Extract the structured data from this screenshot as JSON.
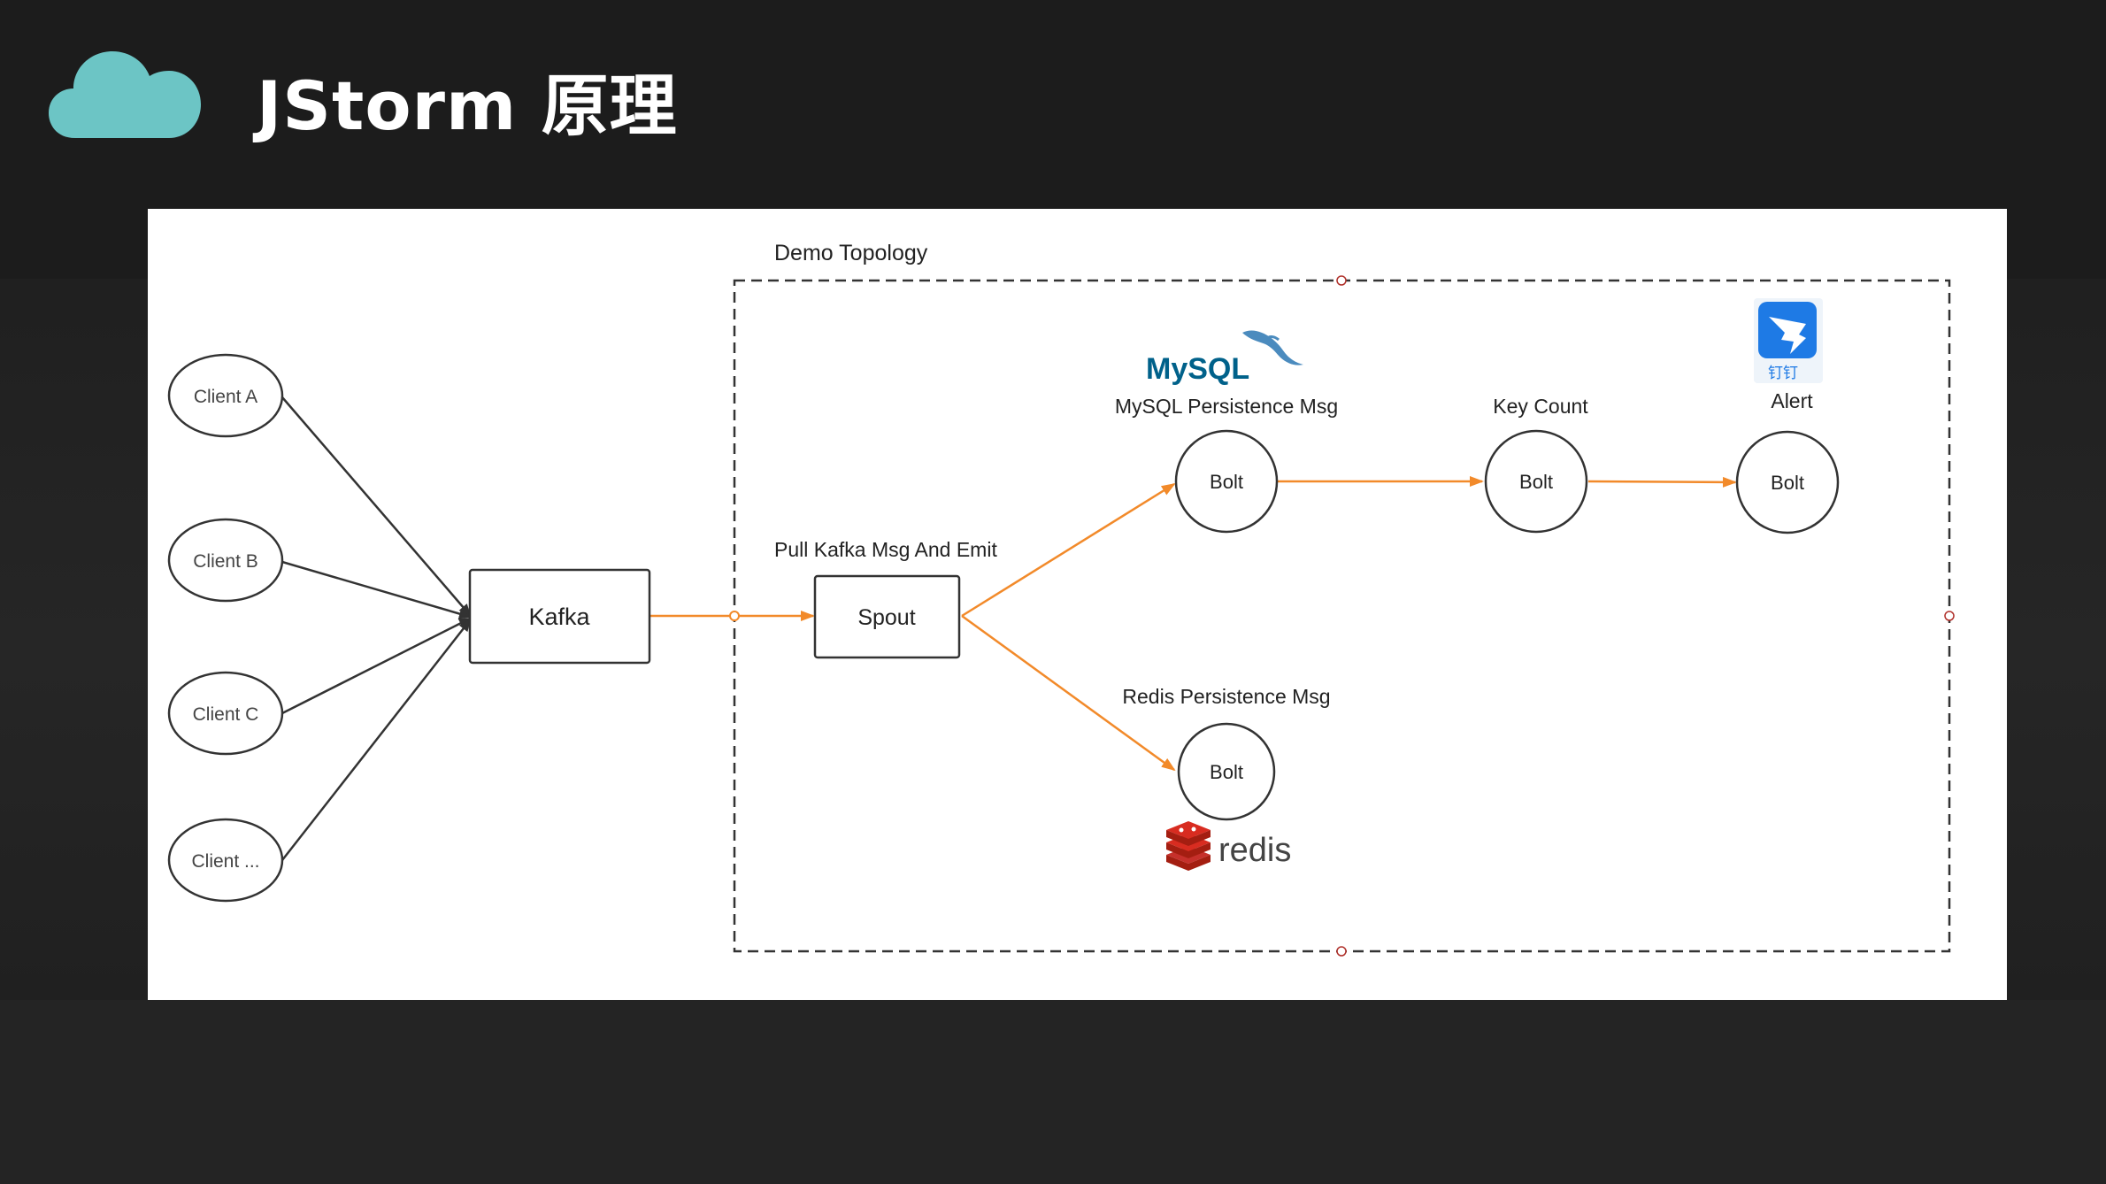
{
  "header": {
    "title": "JStorm 原理",
    "icon": "cloud-icon",
    "accent_color": "#6cc5c5"
  },
  "diagram": {
    "topology_label": "Demo Topology",
    "clients": [
      "Client A",
      "Client B",
      "Client C",
      "Client ..."
    ],
    "kafka_label": "Kafka",
    "spout_label": "Spout",
    "spout_caption": "Pull Kafka Msg And Emit",
    "bolts": {
      "mysql": {
        "label": "Bolt",
        "caption": "MySQL Persistence Msg",
        "logo_text": "MySQL"
      },
      "key_count": {
        "label": "Bolt",
        "caption": "Key Count"
      },
      "alert": {
        "label": "Bolt",
        "caption": "Alert",
        "logo_text": "钉钉"
      },
      "redis": {
        "label": "Bolt",
        "caption": "Redis Persistence Msg",
        "logo_text": "redis"
      }
    },
    "edge_colors": {
      "client_edges": "#333333",
      "topology_edges": "#f28a2a"
    }
  }
}
